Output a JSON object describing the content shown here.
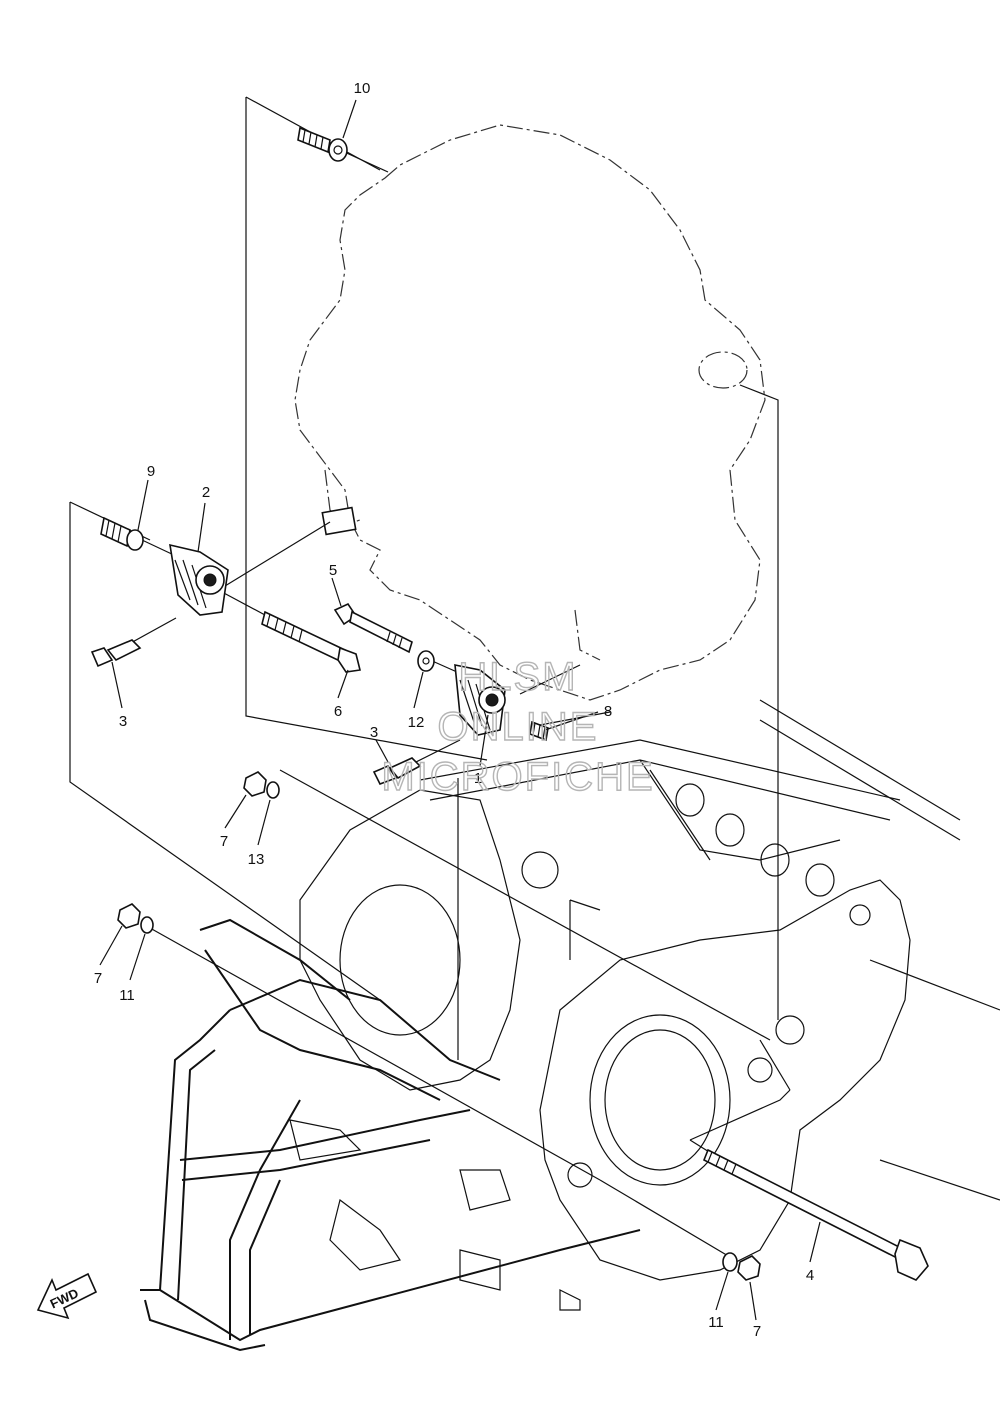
{
  "callouts": {
    "c10": "10",
    "c9": "9",
    "c2": "2",
    "c3a": "3",
    "c6": "6",
    "c5": "5",
    "c12": "12",
    "c3b": "3",
    "c1": "1",
    "c8": "8",
    "c7a": "7",
    "c13": "13",
    "c7b": "7",
    "c11a": "11",
    "c4": "4",
    "c11b": "11",
    "c7c": "7"
  },
  "fwd_label": "FWD",
  "watermark": {
    "line1": "HLSM",
    "line2": "ONLINE",
    "line3": "MICROFICHE"
  }
}
